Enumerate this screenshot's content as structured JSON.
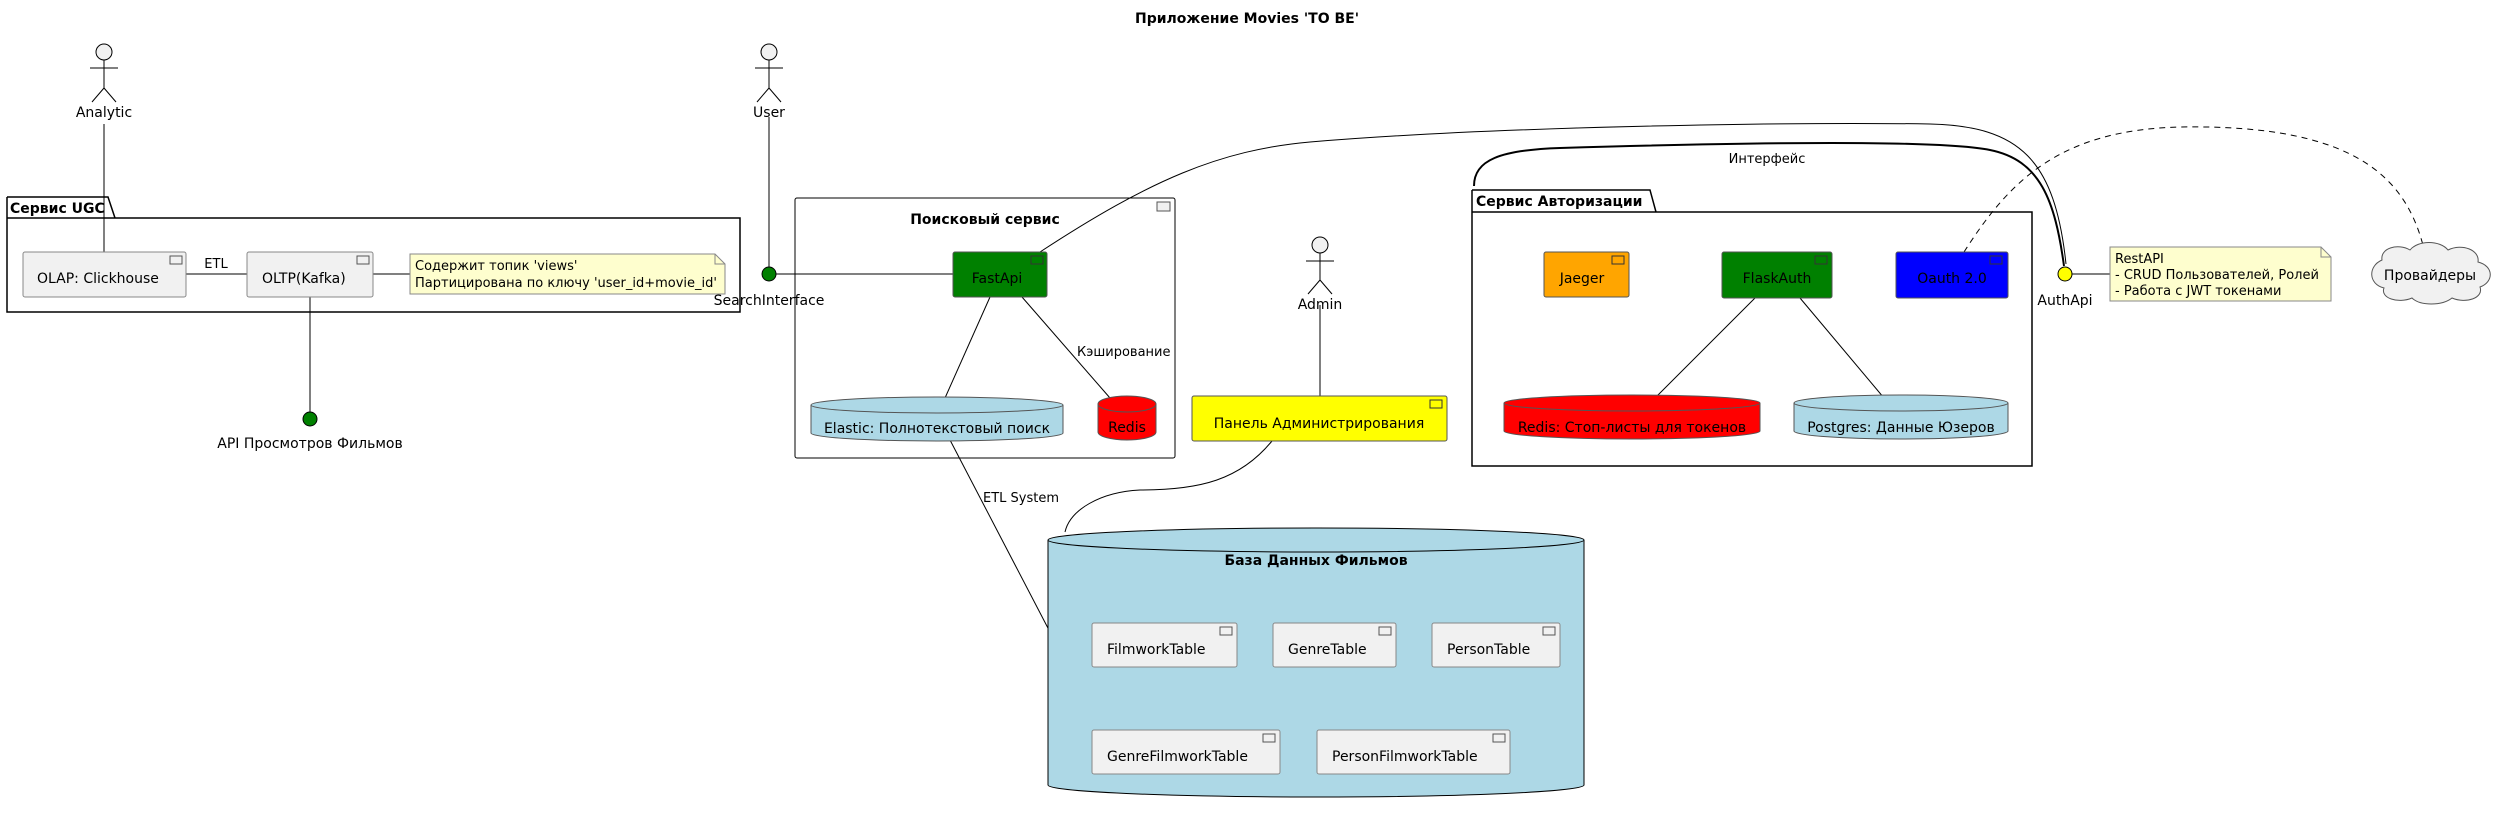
{
  "title": "Приложение Movies 'TO BE'",
  "colors": {
    "component": "#f1f1f1",
    "note": "#fefece",
    "db": "#add8e6",
    "fastapi": "#008000",
    "redis": "#ff0000",
    "jaeger": "#ffa500",
    "oauth": "#0000ff",
    "admin_panel": "#ffff00",
    "interface_green": "#008000",
    "interface_yellow": "#ffff00"
  },
  "actors": {
    "analytic": "Analytic",
    "user": "User",
    "admin": "Admin"
  },
  "ugc": {
    "title": "Сервис UGC",
    "olap": "OLAP: Clickhouse",
    "oltp": "OLTP(Kafka)",
    "etl_label": "ETL",
    "note_line1": "Содержит топик 'views'",
    "note_line2": "Партицирована по ключу 'user_id+movie_id'"
  },
  "views_api": "API Просмотров Фильмов",
  "search": {
    "title": "Поисковый сервис",
    "interface": "SearchInterface",
    "fastapi": "FastApi",
    "elastic": "Elastic: Полнотекстовый поиск",
    "redis": "Redis",
    "cache_label": "Кэширование"
  },
  "admin_panel": "Панель Администрирования",
  "etl_system": "ETL System",
  "auth": {
    "title": "Сервис Авторизации",
    "jaeger": "Jaeger",
    "flaskauth": "FlaskAuth",
    "oauth": "Oauth 2.0",
    "redis": "Redis: Стоп-листы для токенов",
    "postgres": "Postgres: Данные Юзеров",
    "interface_label": "Интерфейс",
    "auth_api": "AuthApi",
    "note_line1": "RestAPI",
    "note_line2": "- CRUD Пользователей, Ролей",
    "note_line3": "- Работа с JWT токенами"
  },
  "providers": "Провайдеры",
  "movies_db": {
    "title": "База Данных Фильмов",
    "tables": {
      "filmwork": "FilmworkTable",
      "genre": "GenreTable",
      "person": "PersonTable",
      "genre_filmwork": "GenreFilmworkTable",
      "person_filmwork": "PersonFilmworkTable"
    }
  }
}
